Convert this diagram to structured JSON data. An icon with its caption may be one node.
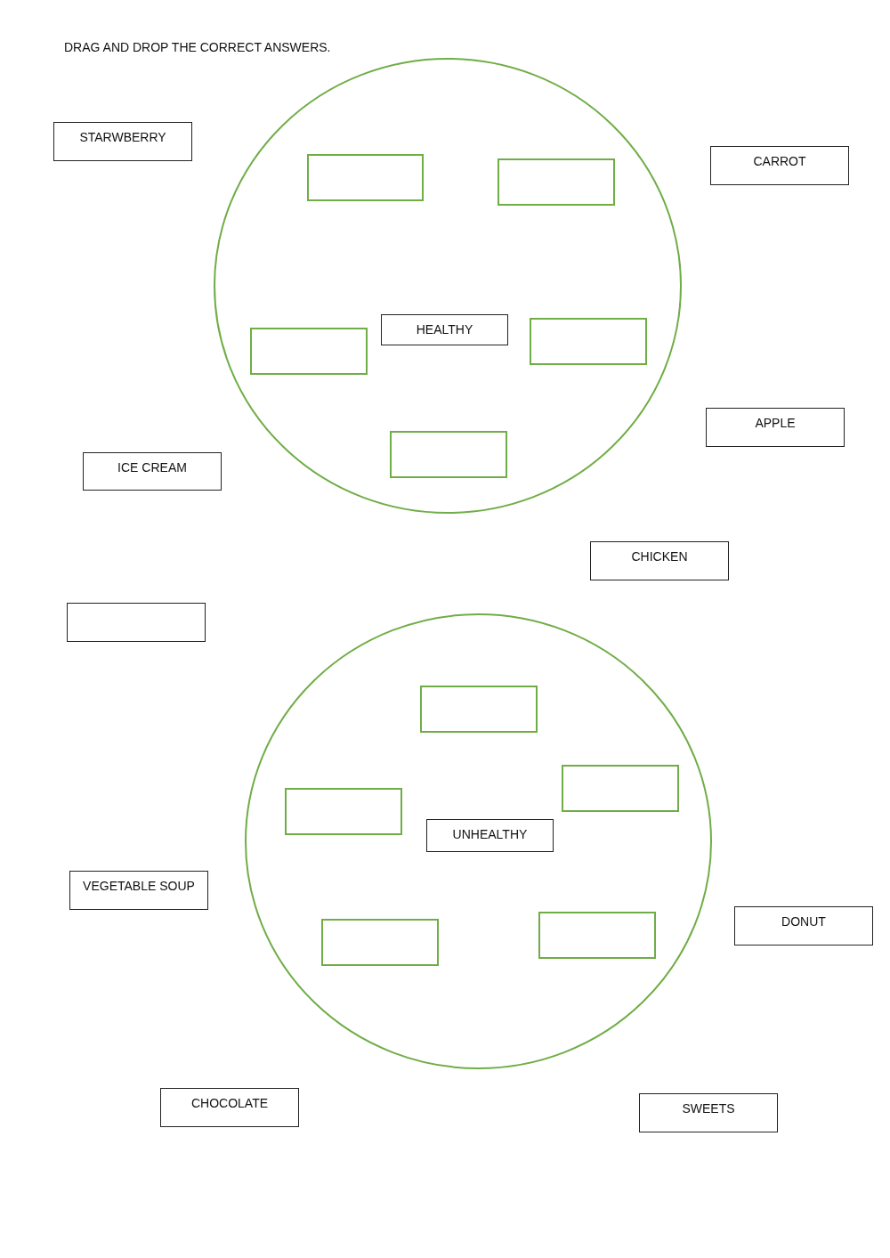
{
  "diagram": {
    "title": "DRAG AND DROP THE CORRECT ANSWERS.",
    "nodes": [
      {
        "text": [
          "STARWBERRY"
        ]
      },
      {
        "text": [],
        "shape": "circle"
      },
      {
        "text": [],
        "shape": "box",
        "in": 1
      },
      {
        "text": [],
        "shape": "box",
        "in": 1
      },
      {
        "text": [
          "CARROT"
        ]
      },
      {
        "text": [],
        "shape": "box",
        "in": 1
      },
      {
        "text": [
          "HEALTHY"
        ],
        "in": 1
      },
      {
        "text": [],
        "shape": "box",
        "in": 1
      },
      {
        "text": [
          "APPLE"
        ]
      },
      {
        "text": [
          "ICE CREAM"
        ]
      },
      {
        "text": [],
        "shape": "box",
        "in": 1
      },
      {
        "text": [
          "CHICKEN"
        ]
      },
      {
        "text": [],
        "shape": "box"
      },
      {
        "text": [],
        "shape": "circle"
      },
      {
        "text": [],
        "shape": "box",
        "in": 13
      },
      {
        "text": [],
        "shape": "box",
        "in": 13
      },
      {
        "text": [],
        "shape": "box",
        "in": 13
      },
      {
        "text": [
          "UNHEALTHY"
        ],
        "in": 13
      },
      {
        "text": [
          "VEGETABLE SOUP"
        ]
      },
      {
        "text": [
          "DONUT"
        ]
      },
      {
        "text": [],
        "shape": "box",
        "in": 13
      },
      {
        "text": [],
        "shape": "box",
        "in": 13
      },
      {
        "text": [
          "CHOCOLATE"
        ]
      },
      {
        "text": [
          "SWEETS"
        ]
      }
    ]
  }
}
